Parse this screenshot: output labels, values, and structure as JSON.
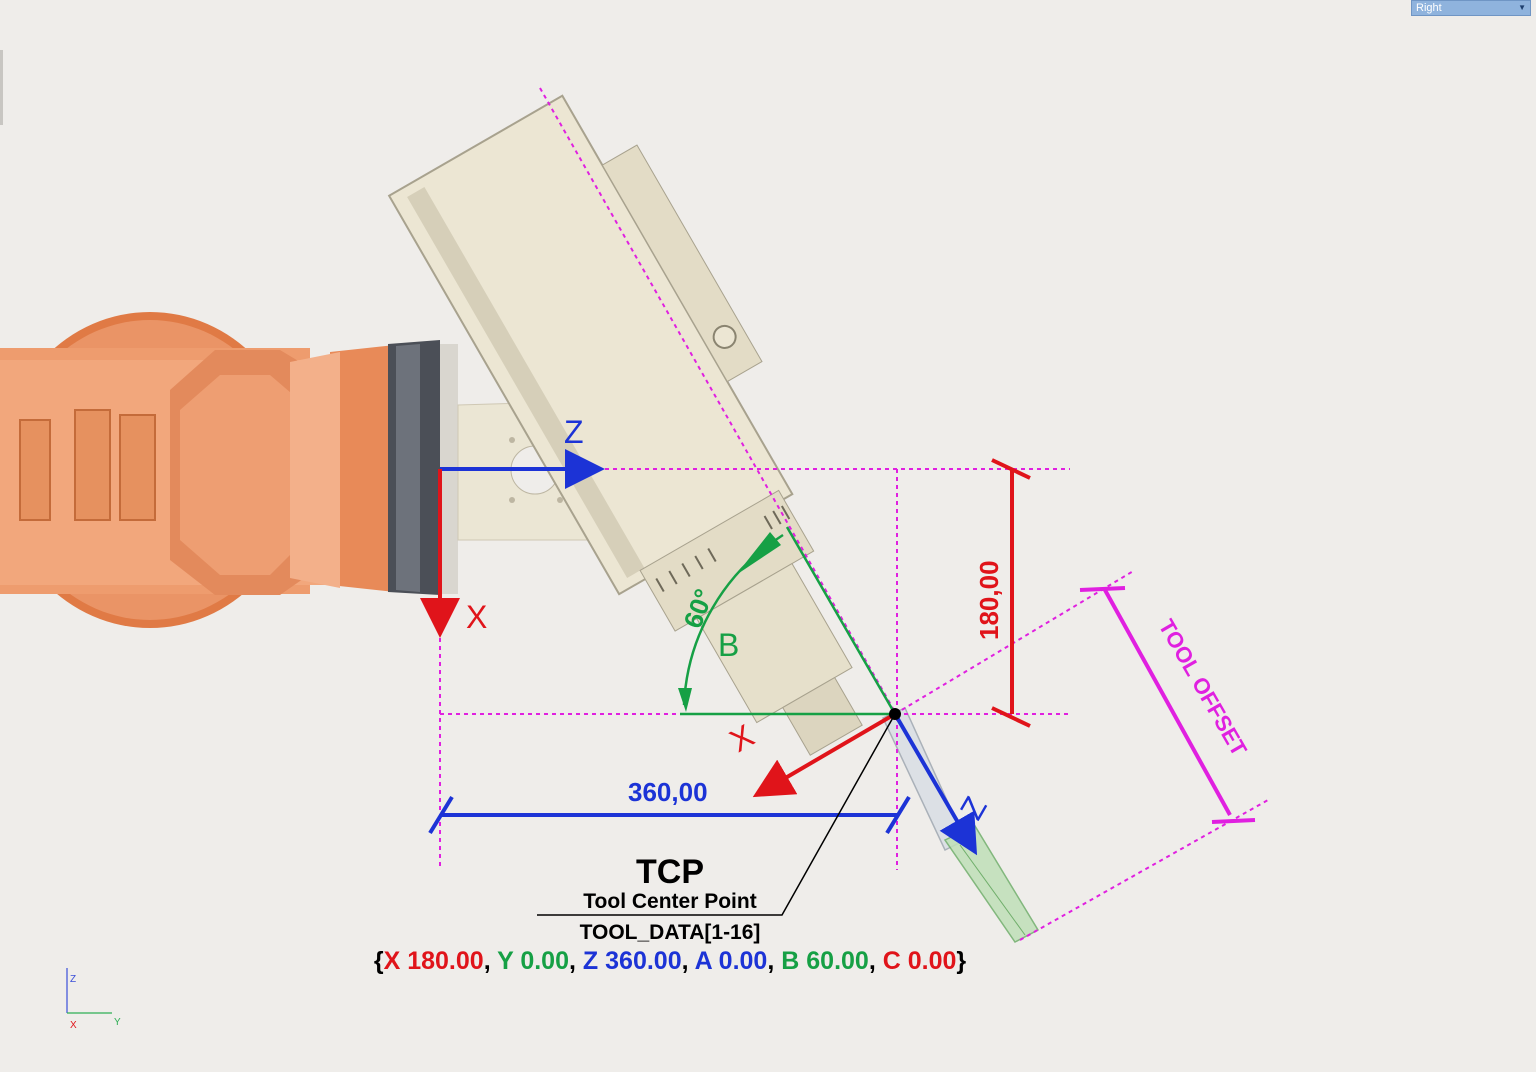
{
  "view_selector": {
    "value": "Right"
  },
  "labels": {
    "base_z": "Z",
    "base_x": "X",
    "angle": "60°",
    "angle_axis": "B",
    "dim_vertical": "180,00",
    "dim_horizontal": "360,00",
    "tool_offset": "TOOL OFFSET",
    "tool_x": "X",
    "tool_z": "Z"
  },
  "tcp": {
    "title": "TCP",
    "subtitle": "Tool Center Point",
    "data_label": "TOOL_DATA[1-16]",
    "open_brace": "{",
    "close_brace": "}",
    "sep": ", ",
    "coords": [
      {
        "axis": "X",
        "value": "180.00",
        "color": "#e0141a"
      },
      {
        "axis": "Y",
        "value": "0.00",
        "color": "#16a045"
      },
      {
        "axis": "Z",
        "value": "360.00",
        "color": "#1c33d6"
      },
      {
        "axis": "A",
        "value": "0.00",
        "color": "#1c33d6"
      },
      {
        "axis": "B",
        "value": "60.00",
        "color": "#16a045"
      },
      {
        "axis": "C",
        "value": "0.00",
        "color": "#e0141a"
      }
    ]
  },
  "triad": {
    "z": "Z",
    "x": "X",
    "y": "Y"
  },
  "colors": {
    "background": "#efedea",
    "robot": "#e8956a",
    "spindle": "#ebe5d2",
    "guide": "#e020e0",
    "red": "#e0141a",
    "blue": "#1c33d6",
    "green": "#16a045",
    "magenta": "#e020e0"
  }
}
